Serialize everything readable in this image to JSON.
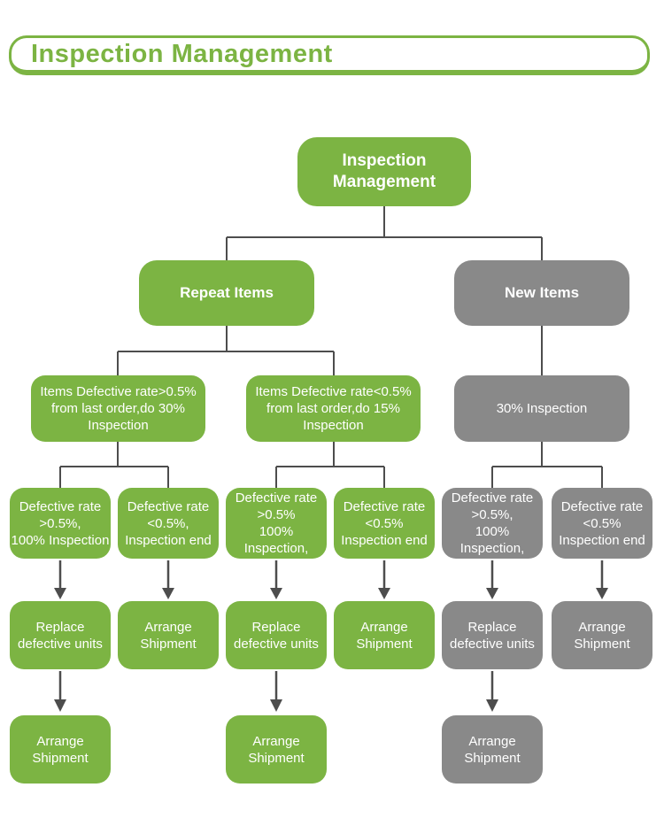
{
  "header": {
    "title": "Inspection Management"
  },
  "colors": {
    "node_green": "#7cb443",
    "node_gray": "#898989",
    "connector_line": "#4d4d4d",
    "node_text": "#ffffff",
    "title_text": "#7cb443"
  },
  "nodes": {
    "root": {
      "label": "Inspection\nManagement",
      "variant": "green"
    },
    "repeat_items": {
      "label": "Repeat Items",
      "variant": "green"
    },
    "new_items": {
      "label": "New Items",
      "variant": "gray"
    },
    "repeat_high": {
      "label": "Items Defective rate>0.5%\nfrom last order,do 30%\nInspection",
      "variant": "green"
    },
    "repeat_low": {
      "label": "Items Defective rate<0.5%\nfrom last order,do 15%\nInspection",
      "variant": "green"
    },
    "new_inspect": {
      "label": "30% Inspection",
      "variant": "gray"
    },
    "r1_high": {
      "label": "Defective rate\n>0.5%,\n100% Inspection",
      "variant": "green"
    },
    "r1_low": {
      "label": "Defective rate\n<0.5%,\nInspection end",
      "variant": "green"
    },
    "r2_high": {
      "label": "Defective rate\n>0.5%\n100% Inspection,",
      "variant": "green"
    },
    "r2_low": {
      "label": "Defective rate\n<0.5%\nInspection end",
      "variant": "green"
    },
    "n_high": {
      "label": "Defective rate\n>0.5%,\n100% Inspection,",
      "variant": "gray"
    },
    "n_low": {
      "label": "Defective rate\n<0.5%\nInspection end",
      "variant": "gray"
    },
    "r1_replace": {
      "label": "Replace\ndefective units",
      "variant": "green"
    },
    "r1_ship": {
      "label": "Arrange\nShipment",
      "variant": "green"
    },
    "r2_replace": {
      "label": "Replace\ndefective units",
      "variant": "green"
    },
    "r2_ship": {
      "label": "Arrange\nShipment",
      "variant": "green"
    },
    "n_replace": {
      "label": "Replace\ndefective units",
      "variant": "gray"
    },
    "n_ship": {
      "label": "Arrange\nShipment",
      "variant": "gray"
    },
    "r1_ship_final": {
      "label": "Arrange\nShipment",
      "variant": "green"
    },
    "r2_ship_final": {
      "label": "Arrange\nShipment",
      "variant": "green"
    },
    "n_ship_final": {
      "label": "Arrange\nShipment",
      "variant": "gray"
    }
  }
}
